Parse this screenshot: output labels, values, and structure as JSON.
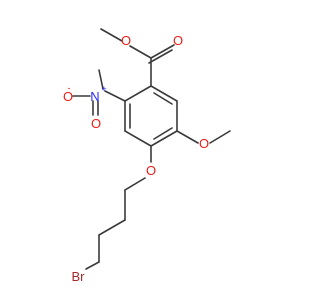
{
  "molecule": {
    "atoms": {
      "ester_o_methyl": "O",
      "ester_o_carbonyl": "O",
      "nitro_n": "N",
      "nitro_n_charge": "+",
      "nitro_o_minus": "O",
      "nitro_o_minus_charge": "-",
      "nitro_o_double": "O",
      "methoxy_o": "O",
      "ether_o": "O",
      "bromine": "Br"
    },
    "colors": {
      "bond": "#3a3a3a",
      "oxygen": "#e8201a",
      "nitrogen": "#2a2aff",
      "bromine": "#a52a2a"
    }
  }
}
